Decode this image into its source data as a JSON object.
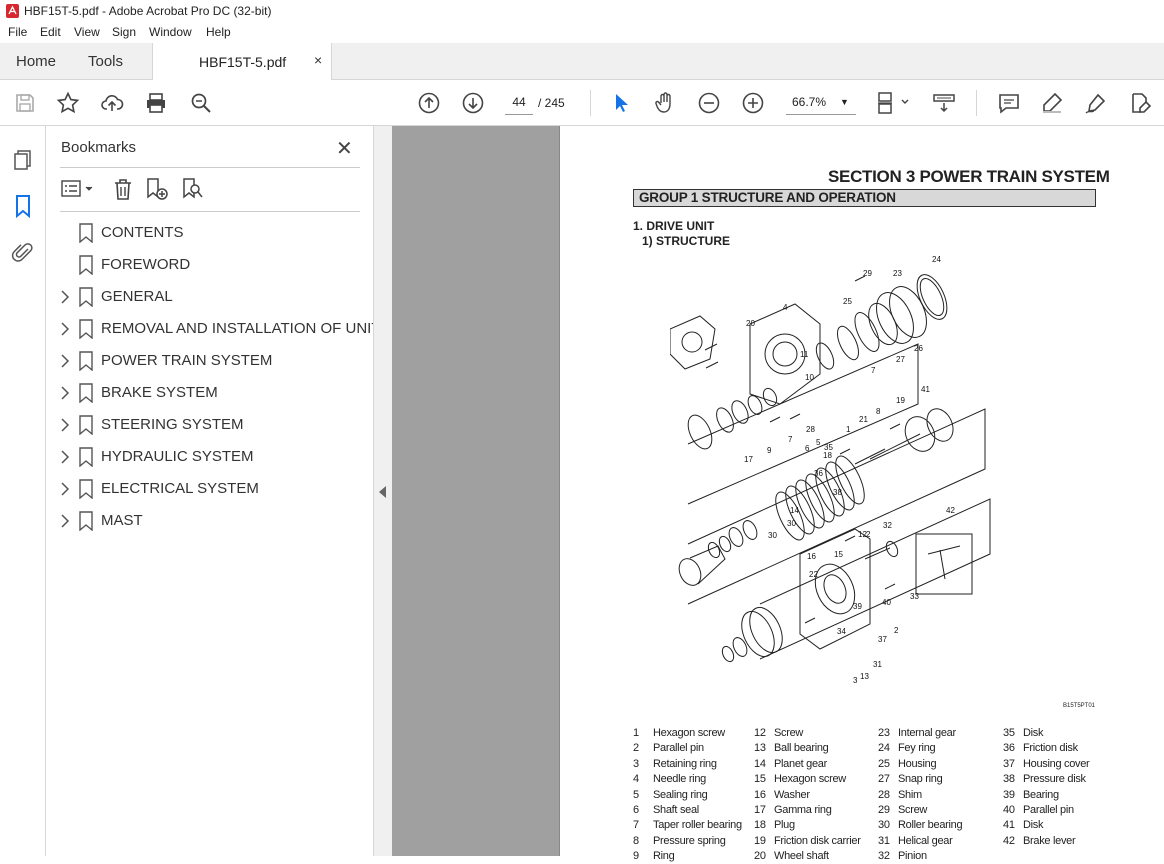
{
  "window": {
    "title": "HBF15T-5.pdf - Adobe Acrobat Pro DC (32-bit)"
  },
  "menu": [
    "File",
    "Edit",
    "View",
    "Sign",
    "Window",
    "Help"
  ],
  "tabs": {
    "home": "Home",
    "tools": "Tools",
    "doc": "HBF15T-5.pdf",
    "close": "×"
  },
  "toolbar": {
    "page_current": "44",
    "page_total": "/ 245",
    "zoom": "66.7%"
  },
  "bookmarks": {
    "title": "Bookmarks",
    "close": "✕",
    "items": [
      {
        "label": "CONTENTS",
        "expandable": false
      },
      {
        "label": "FOREWORD",
        "expandable": false
      },
      {
        "label": "GENERAL",
        "expandable": true
      },
      {
        "label": "REMOVAL AND INSTALLATION OF UNIT",
        "expandable": true
      },
      {
        "label": "POWER TRAIN SYSTEM",
        "expandable": true
      },
      {
        "label": "BRAKE SYSTEM",
        "expandable": true
      },
      {
        "label": "STEERING SYSTEM",
        "expandable": true
      },
      {
        "label": "HYDRAULIC SYSTEM",
        "expandable": true
      },
      {
        "label": "ELECTRICAL SYSTEM",
        "expandable": true
      },
      {
        "label": "MAST",
        "expandable": true
      }
    ]
  },
  "doc": {
    "section": "SECTION  3  POWER TRAIN SYSTEM",
    "group": "GROUP  1  STRUCTURE AND OPERATION",
    "heading1": "1. DRIVE UNIT",
    "heading2": "1) STRUCTURE",
    "figure_code": "B15T5PT01",
    "legend": [
      [
        [
          "1",
          "Hexagon screw"
        ],
        [
          "2",
          "Parallel pin"
        ],
        [
          "3",
          "Retaining ring"
        ],
        [
          "4",
          "Needle ring"
        ],
        [
          "5",
          "Sealing ring"
        ],
        [
          "6",
          "Shaft seal"
        ],
        [
          "7",
          "Taper roller bearing"
        ],
        [
          "8",
          "Pressure spring"
        ],
        [
          "9",
          "Ring"
        ]
      ],
      [
        [
          "12",
          "Screw"
        ],
        [
          "13",
          "Ball bearing"
        ],
        [
          "14",
          "Planet gear"
        ],
        [
          "15",
          "Hexagon screw"
        ],
        [
          "16",
          "Washer"
        ],
        [
          "17",
          "Gamma ring"
        ],
        [
          "18",
          "Plug"
        ],
        [
          "19",
          "Friction disk carrier"
        ],
        [
          "20",
          "Wheel shaft"
        ]
      ],
      [
        [
          "23",
          "Internal gear"
        ],
        [
          "24",
          "Fey ring"
        ],
        [
          "25",
          "Housing"
        ],
        [
          "27",
          "Snap ring"
        ],
        [
          "28",
          "Shim"
        ],
        [
          "29",
          "Screw"
        ],
        [
          "30",
          "Roller bearing"
        ],
        [
          "31",
          "Helical gear"
        ],
        [
          "32",
          "Pinion"
        ]
      ],
      [
        [
          "35",
          "Disk"
        ],
        [
          "36",
          "Friction disk"
        ],
        [
          "37",
          "Housing cover"
        ],
        [
          "38",
          "Pressure disk"
        ],
        [
          "39",
          "Bearing"
        ],
        [
          "40",
          "Parallel pin"
        ],
        [
          "41",
          "Disk"
        ],
        [
          "42",
          "Brake lever"
        ]
      ]
    ],
    "callouts": [
      "24",
      "29",
      "23",
      "4",
      "25",
      "20",
      "11",
      "10",
      "26",
      "27",
      "7",
      "41",
      "19",
      "8",
      "21",
      "1",
      "5",
      "6",
      "18",
      "28",
      "7",
      "9",
      "17",
      "35",
      "36",
      "38",
      "14",
      "30",
      "30",
      "16",
      "15",
      "22",
      "42",
      "12",
      "32",
      "2",
      "33",
      "40",
      "39",
      "34",
      "37",
      "2",
      "13",
      "31",
      "3"
    ]
  }
}
